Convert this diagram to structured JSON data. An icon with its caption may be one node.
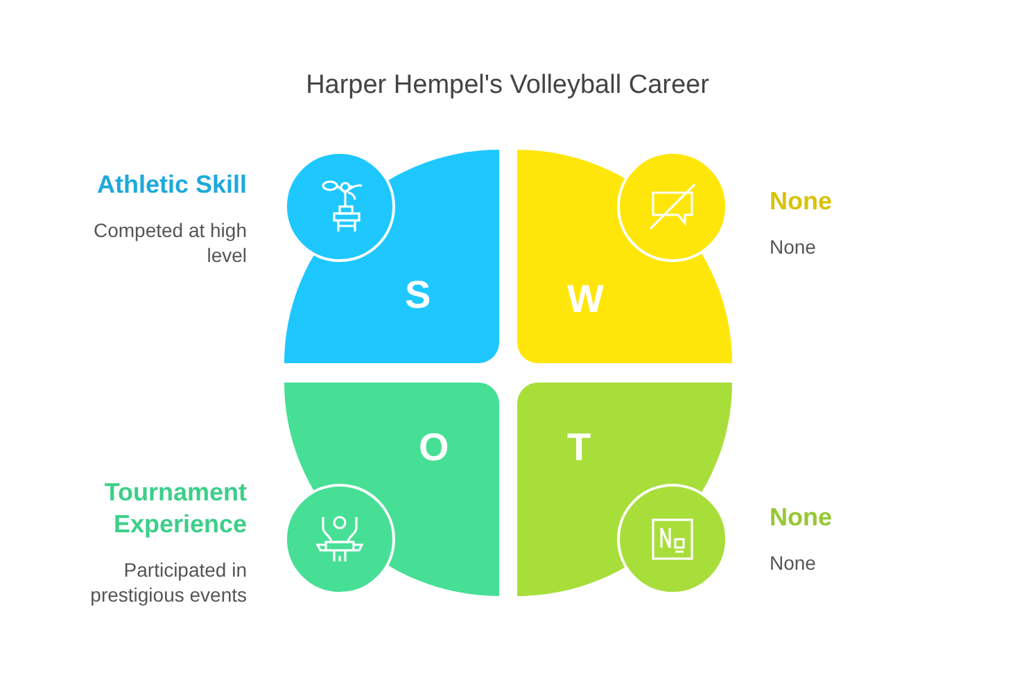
{
  "diagram": {
    "title": "Harper Hempel's Volleyball Career",
    "nodes": [
      {
        "text": [
          "S"
        ],
        "beside": [
          "Athletic Skill",
          "Competed at high level"
        ]
      },
      {
        "text": [
          "W"
        ],
        "beside": [
          "None",
          "None"
        ]
      },
      {
        "text": [
          "O"
        ],
        "beside": [
          "Tournament Experience",
          "Participated in prestigious events"
        ]
      },
      {
        "text": [
          "T"
        ],
        "beside": [
          "None",
          "None"
        ]
      }
    ],
    "edges": []
  }
}
